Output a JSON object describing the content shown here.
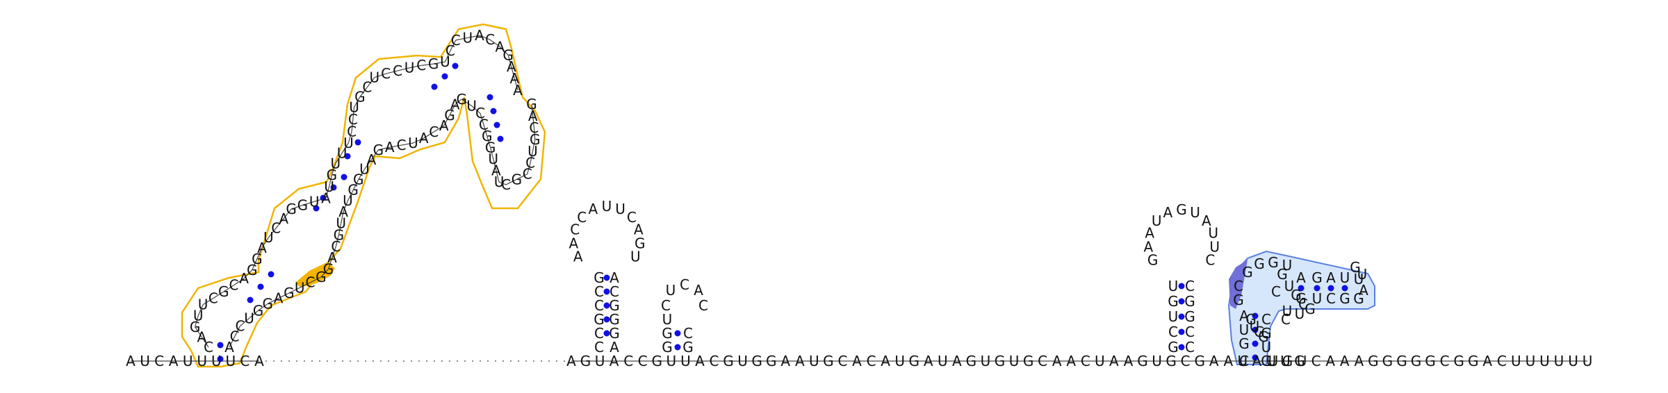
{
  "diagram": {
    "type": "rna-secondary-structure",
    "colors": {
      "pair_dot": "#1010e8",
      "backbone": "#444444",
      "domain_outline_orange": "#f0b400",
      "domain_fill_orange": "#ffffff",
      "highlight_orange": "#f5b400",
      "domain_outline_blue": "#5a7fe0",
      "domain_fill_blue": "#d6e6fb",
      "highlight_blue": "#7070d8"
    },
    "strands": {
      "backbone_5prime": "AUCAUUUUCA",
      "backbone_mid": "AGUACCGUUACGUGGAAUGCACAUGAUAGUGUGCAACUAAGUGCGAAUAUUG",
      "backbone_3prime": "UGUCAAAGGGGGCGGACUUUUUU",
      "hairpin_1_5prime_stem": "CCGCCG",
      "hairpin_1_loop": "AACCAUUCAGU",
      "hairpin_1_3prime_stem": "ACGGGA",
      "hairpin_2": "GGUCUCACCG",
      "hairpin_3_5prime_stem": "GCUGU",
      "hairpin_3_loop": "GAAUAGUAUUC",
      "hairpin_3_3prime_stem": "CGGCC",
      "domain_1_5prime_arm": "CAGUUCGCAGGAUCAGGUAUGUUUCCUGCUCCUCGUCCUACAGAAA",
      "domain_1_3prime_arm": "ACCUGGAGUCGGACGUAUGGUAGACUACAGAGUCCGGUAUCGCCUGCAG",
      "domain_2": "GUAGCGGGUAGAUUAGGCUGUCGUGCCCUGUGUGGGUGCG"
    }
  }
}
